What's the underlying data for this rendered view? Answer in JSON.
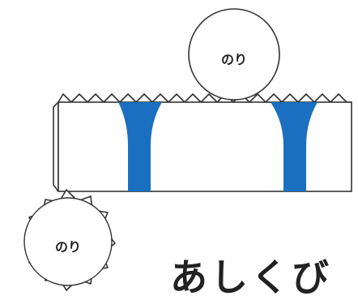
{
  "glue_labels": {
    "top": "のり",
    "bottom": "のり"
  },
  "title": "あしくび",
  "colors": {
    "outline": "#333333",
    "stripe": "#1a6fc0",
    "paper": "#ffffff",
    "text": "#222222"
  }
}
